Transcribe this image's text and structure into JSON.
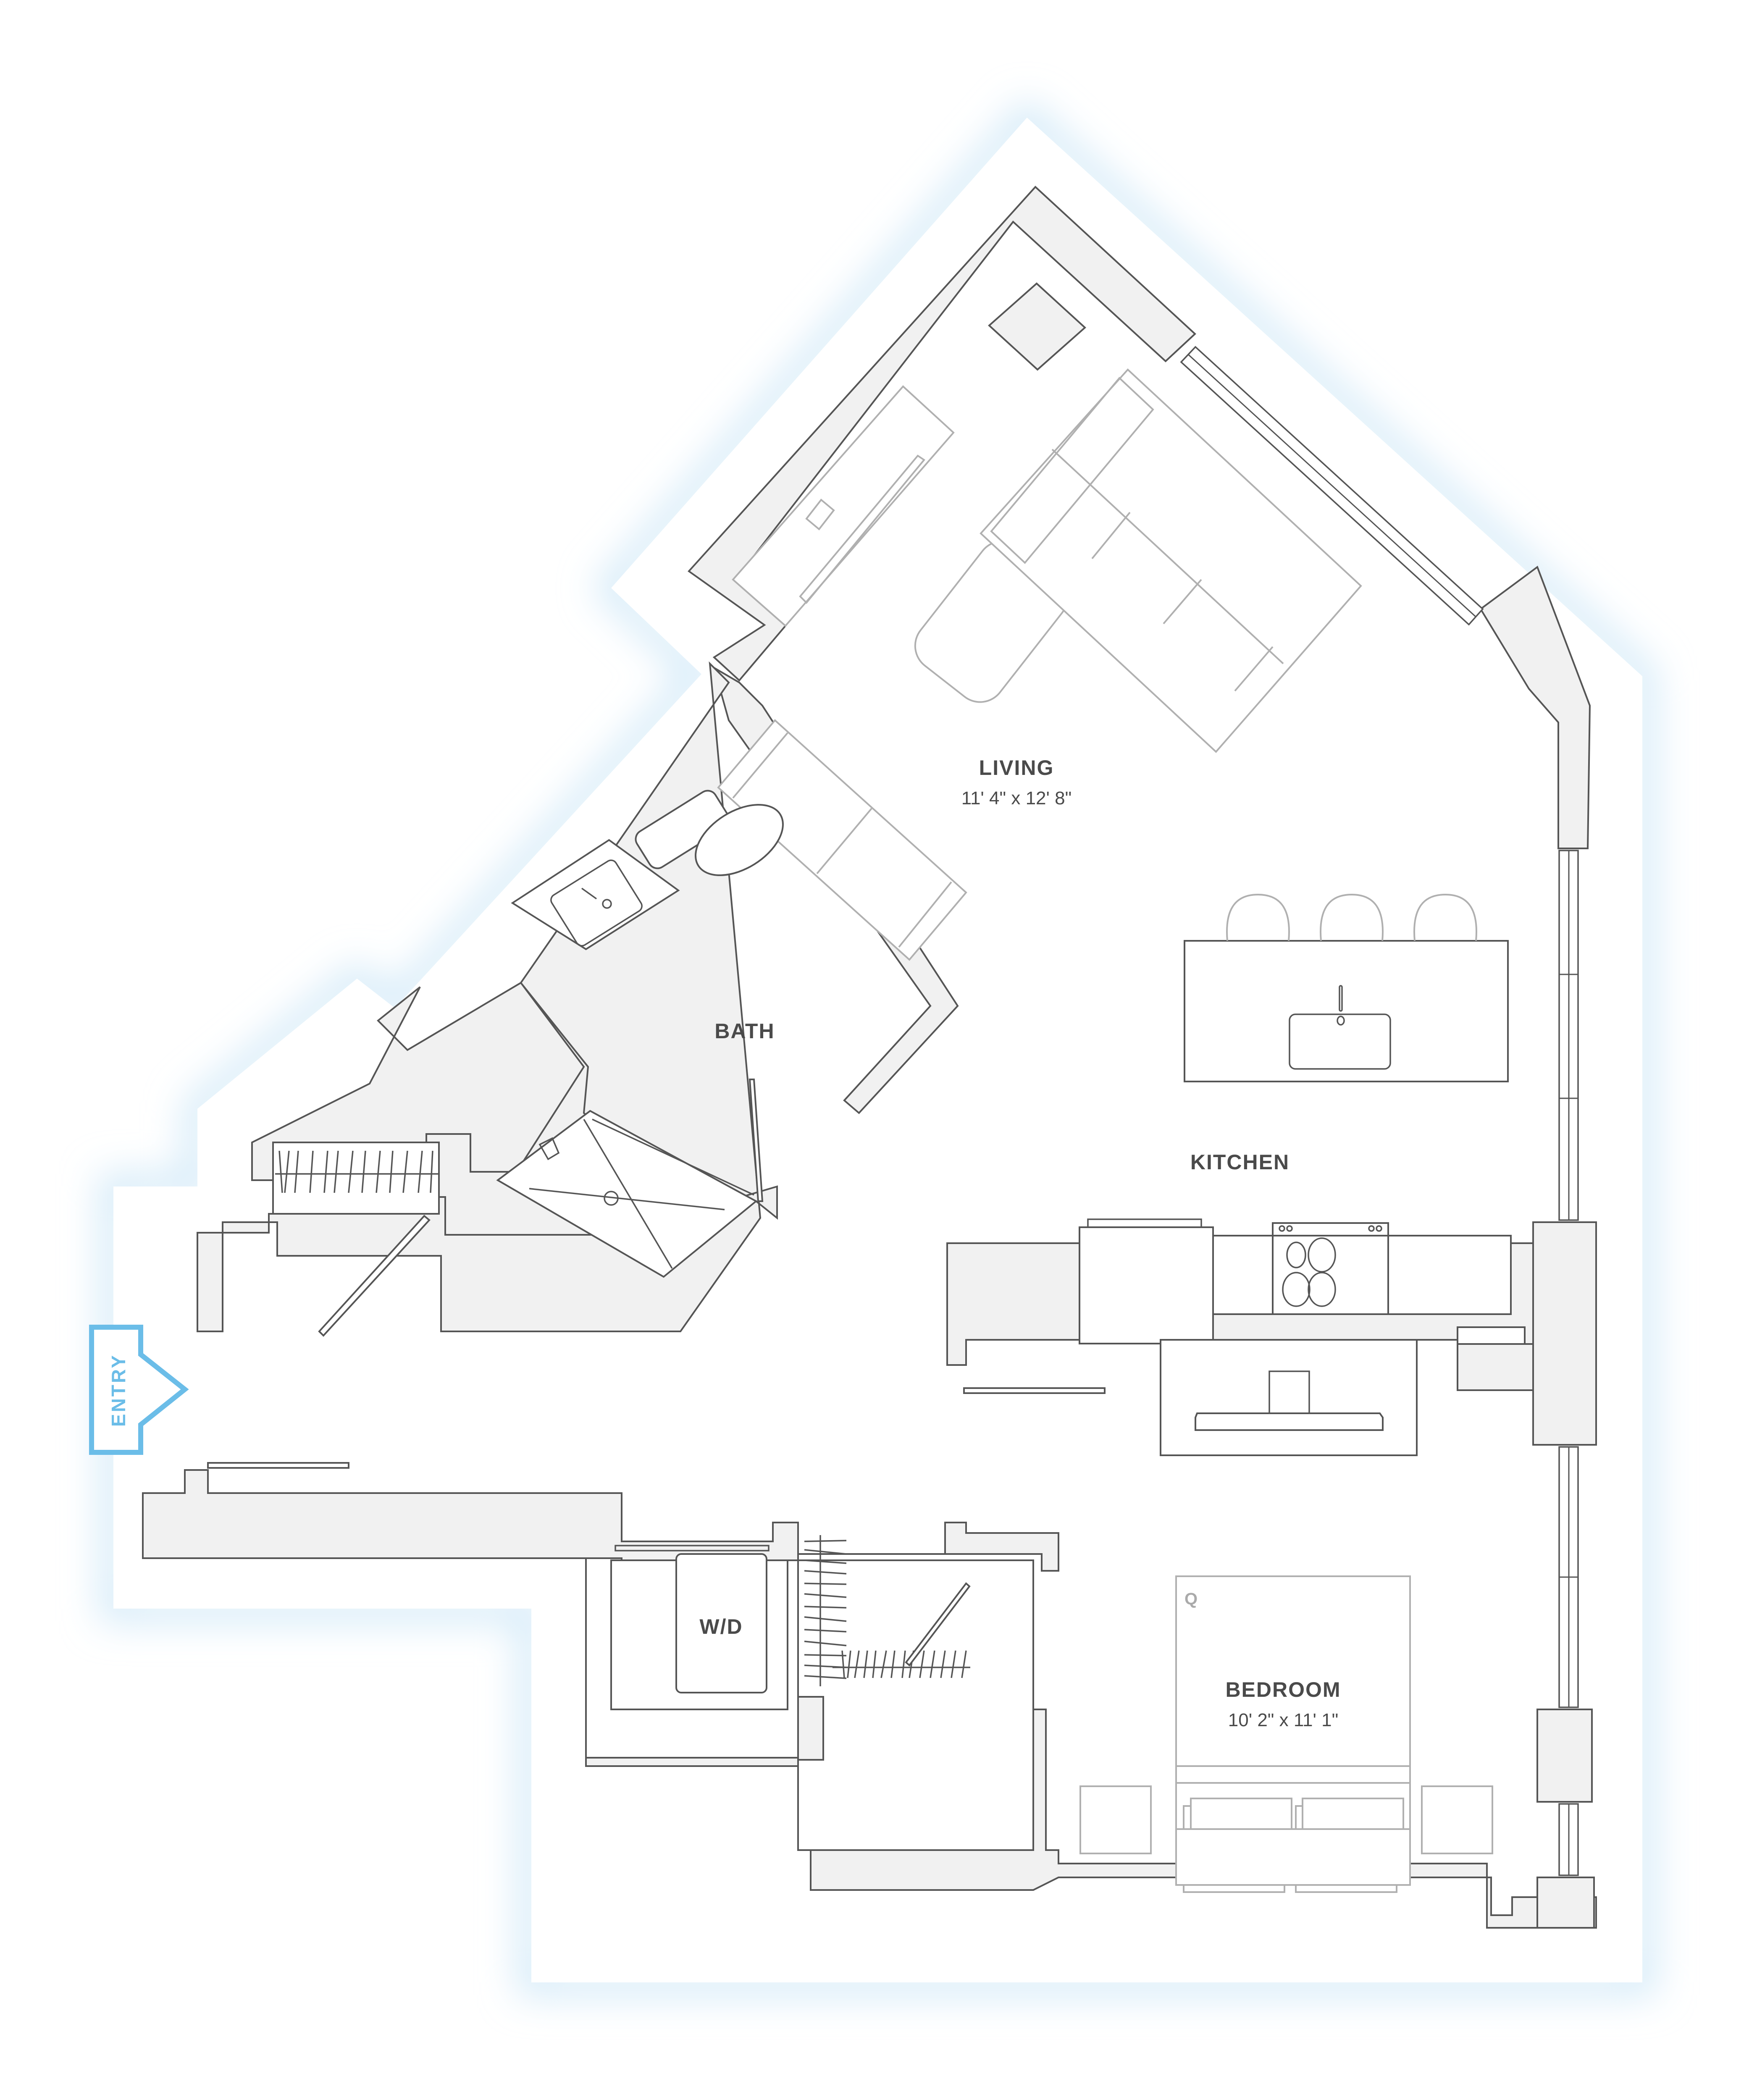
{
  "plan": {
    "type": "apartment floor plan",
    "colors": {
      "background": "#ffffff",
      "glow": "#cfe8f8",
      "wall_fill": "#f1f1f1",
      "wall_stroke": "#555555",
      "furniture_stroke": "#b0b0b0",
      "label_text": "#4a4a4a",
      "entry_accent": "#6bbde8"
    }
  },
  "rooms": {
    "living": {
      "name": "LIVING",
      "dimensions": "11' 4\" x 12' 8\""
    },
    "bath": {
      "name": "BATH"
    },
    "kitchen": {
      "name": "KITCHEN"
    },
    "bedroom": {
      "name": "BEDROOM",
      "dimensions": "10' 2\" x 11' 1\""
    },
    "laundry": {
      "name": "W/D"
    }
  },
  "entry": {
    "label": "ENTRY"
  },
  "bed": {
    "size_label": "Q"
  },
  "fixtures": {
    "kitchen_island_stools": 3,
    "cooktop_burners": 4,
    "sofa_sections": 3
  }
}
